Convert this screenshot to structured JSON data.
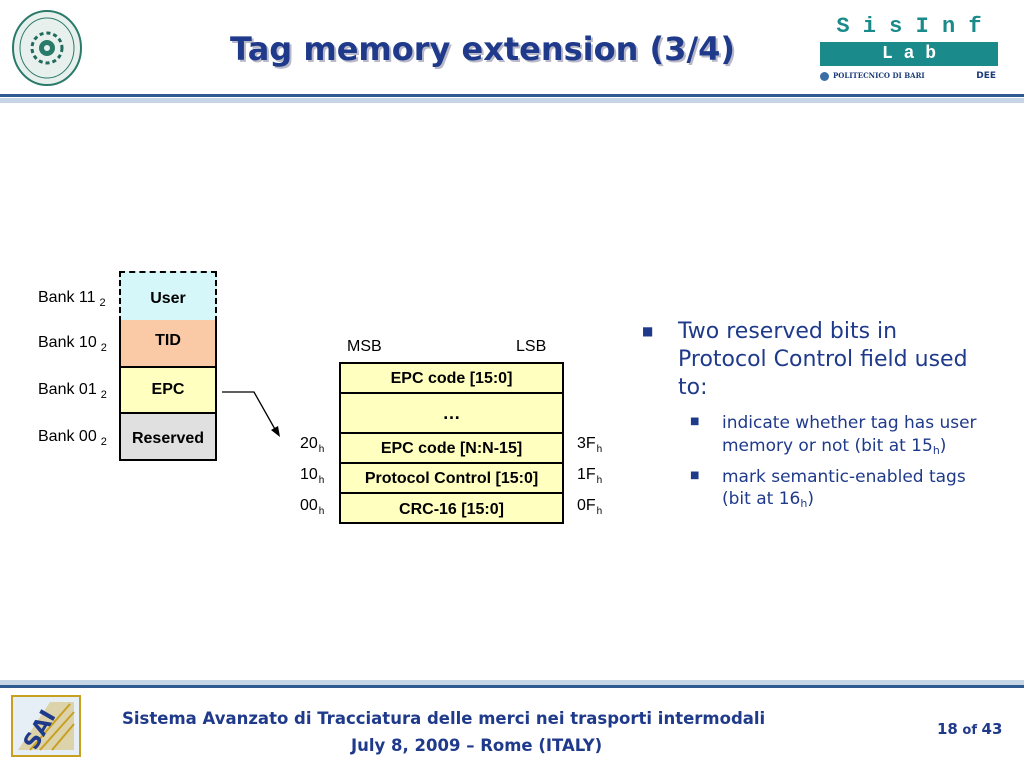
{
  "header": {
    "title": "Tag memory extension (3/4)",
    "lab_logo": {
      "top": "S i s I n f",
      "bar": "L a b",
      "institution": "POLITECNICO DI BARI",
      "dept": "DEE"
    }
  },
  "banks": [
    {
      "prefix": "Bank 11",
      "base": "2",
      "name": "User",
      "color": "#d6f7fa"
    },
    {
      "prefix": "Bank 10",
      "base": "2",
      "name": "TID",
      "color": "#fac9a6"
    },
    {
      "prefix": "Bank 01",
      "base": "2",
      "name": "EPC",
      "color": "#ffffc0"
    },
    {
      "prefix": "Bank 00",
      "base": "2",
      "name": "Reserved",
      "color": "#e0e0e0"
    }
  ],
  "epc_memory": {
    "msb_label": "MSB",
    "lsb_label": "LSB",
    "rows": [
      {
        "label": "EPC code [15:0]",
        "start": "",
        "end": ""
      },
      {
        "label": "…",
        "start": "",
        "end": ""
      },
      {
        "label": "EPC code [N:N-15]",
        "start": "20",
        "end": "3F"
      },
      {
        "label": "Protocol Control [15:0]",
        "start": "10",
        "end": "1F"
      },
      {
        "label": "CRC-16 [15:0]",
        "start": "00",
        "end": "0F"
      }
    ],
    "hex_suffix": "h"
  },
  "bullets": {
    "main": "Two reserved bits in Protocol Control field used to:",
    "sub1_text": "indicate whether tag has user memory or not (bit at 15",
    "sub1_subscript": "h",
    "sub1_close": ")",
    "sub2_text": "mark semantic-enabled tags (bit at 16",
    "sub2_subscript": "h",
    "sub2_close": ")"
  },
  "footer": {
    "line1": "Sistema Avanzato di Tracciatura delle merci nei trasporti intermodali",
    "line2": "July 8, 2009 – Rome (ITALY)",
    "page_current": "18",
    "page_of": "of",
    "page_total": "43"
  },
  "colors": {
    "title": "#1f3a8a",
    "accent": "#1a8a8a",
    "rule": "#2e5a8f",
    "epc_fill": "#ffffc0"
  }
}
